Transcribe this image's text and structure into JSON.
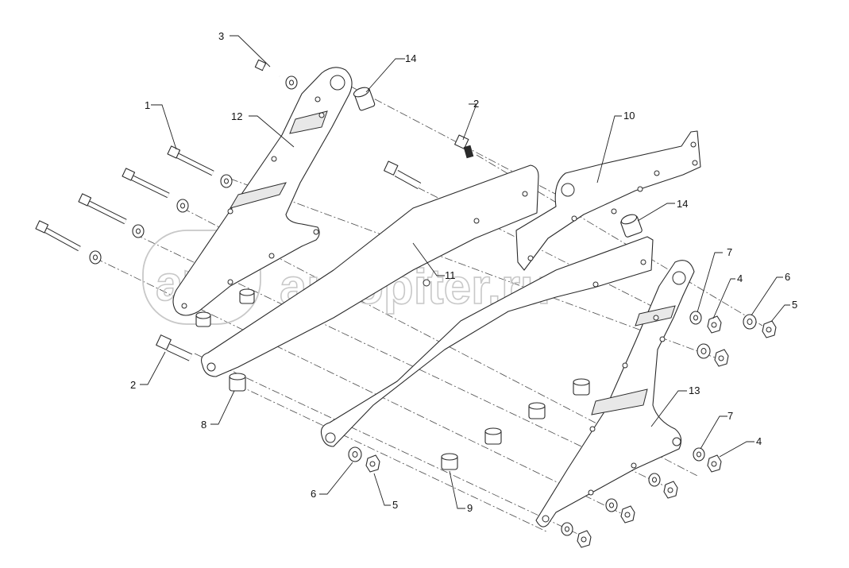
{
  "watermark": {
    "text": "autopiter.ru"
  },
  "callouts": [
    {
      "id": "c1",
      "label": "1"
    },
    {
      "id": "c2a",
      "label": "2"
    },
    {
      "id": "c2b",
      "label": "2"
    },
    {
      "id": "c3",
      "label": "3"
    },
    {
      "id": "c4a",
      "label": "4"
    },
    {
      "id": "c4b",
      "label": "4"
    },
    {
      "id": "c5a",
      "label": "5"
    },
    {
      "id": "c5b",
      "label": "5"
    },
    {
      "id": "c6a",
      "label": "6"
    },
    {
      "id": "c6b",
      "label": "6"
    },
    {
      "id": "c7a",
      "label": "7"
    },
    {
      "id": "c7b",
      "label": "7"
    },
    {
      "id": "c8",
      "label": "8"
    },
    {
      "id": "c9",
      "label": "9"
    },
    {
      "id": "c10",
      "label": "10"
    },
    {
      "id": "c11",
      "label": "11"
    },
    {
      "id": "c12",
      "label": "12"
    },
    {
      "id": "c13",
      "label": "13"
    },
    {
      "id": "c14a",
      "label": "14"
    },
    {
      "id": "c14b",
      "label": "14"
    }
  ]
}
